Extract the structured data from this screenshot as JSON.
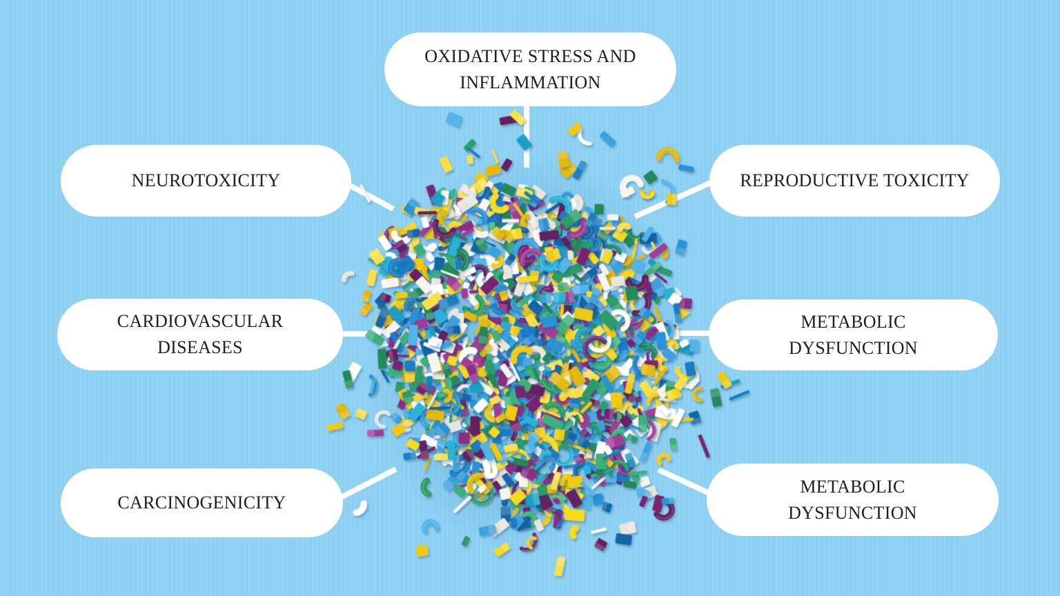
{
  "diagram": {
    "title": "Microplastics health effects diagram",
    "background_color": "#8ed1f3",
    "connector_color": "#ffffff",
    "label_style": {
      "pill_color": "#ffffff",
      "text_color": "#1e1e1e"
    },
    "labels": [
      {
        "id": "oxidative-stress",
        "text": "OXIDATIVE STRESS AND INFLAMMATION"
      },
      {
        "id": "neurotoxicity",
        "text": "NEUROTOXICITY"
      },
      {
        "id": "reproductive-toxicity",
        "text": "REPRODUCTIVE TOXICITY"
      },
      {
        "id": "cardiovascular-diseases",
        "text": "CARDIOVASCULAR DISEASES"
      },
      {
        "id": "metabolic-dysfunction-right",
        "text": "METABOLIC DYSFUNCTION"
      },
      {
        "id": "carcinogenicity",
        "text": "CARCINOGENICITY"
      },
      {
        "id": "metabolic-dysfunction-bottom",
        "text": "METABOLIC DYSFUNCTION"
      }
    ],
    "center_image": {
      "name": "microplastics-pile",
      "description": "Pile of shredded multicolored plastic confetti (microplastics) on light blue paper, with loose pieces scattered around it",
      "palette": [
        {
          "name": "blue",
          "weight": 0.27,
          "shades": [
            "#2a93d5",
            "#3ba2de",
            "#1b7ec2",
            "#1565a8",
            "#53b4e8"
          ]
        },
        {
          "name": "cyan",
          "weight": 0.05,
          "shades": [
            "#29b3d6",
            "#1d9fc4"
          ]
        },
        {
          "name": "yellow",
          "weight": 0.21,
          "shades": [
            "#f0ca12",
            "#f7d922",
            "#e2b90c",
            "#fadf4b"
          ]
        },
        {
          "name": "purple",
          "weight": 0.16,
          "shades": [
            "#8e2d85",
            "#7a2470",
            "#a13d96",
            "#67205f"
          ]
        },
        {
          "name": "white",
          "weight": 0.18,
          "shades": [
            "#f6f4ec",
            "#ffffff",
            "#e8e6dc"
          ]
        },
        {
          "name": "green",
          "weight": 0.13,
          "shades": [
            "#2d9c66",
            "#23895a",
            "#3db07b"
          ]
        }
      ]
    }
  }
}
